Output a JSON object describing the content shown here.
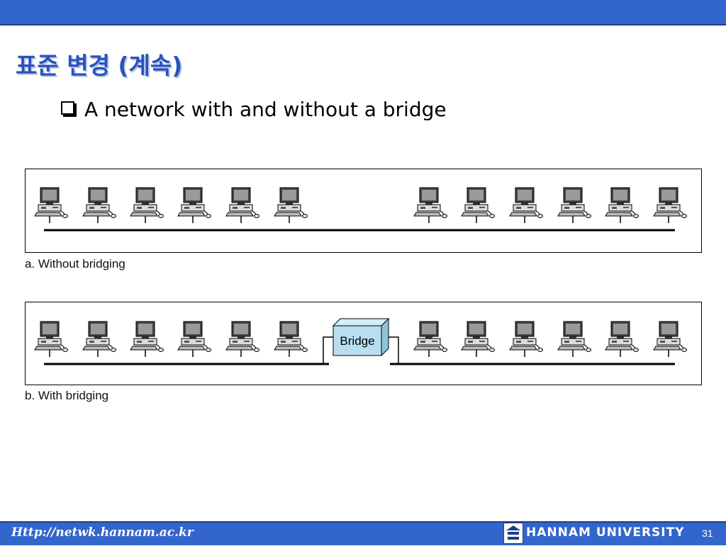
{
  "slide": {
    "title": "표준 변경 (계속)",
    "bullet": "A network with and without a bridge",
    "page_number": "31"
  },
  "figure": {
    "panel_a": {
      "caption": "a. Without bridging",
      "computers": 12
    },
    "panel_b": {
      "caption": "b. With bridging",
      "computers": 12,
      "bridge_label": "Bridge"
    }
  },
  "footer": {
    "url": "Http://netwk.hannam.ac.kr",
    "university": "HANNAM  UNIVERSITY",
    "logo_icon": "hannam-logo-icon"
  },
  "colors": {
    "header_bar": "#3366cc",
    "title": "#2a52be",
    "bridge_fill": "#b7dff0"
  }
}
